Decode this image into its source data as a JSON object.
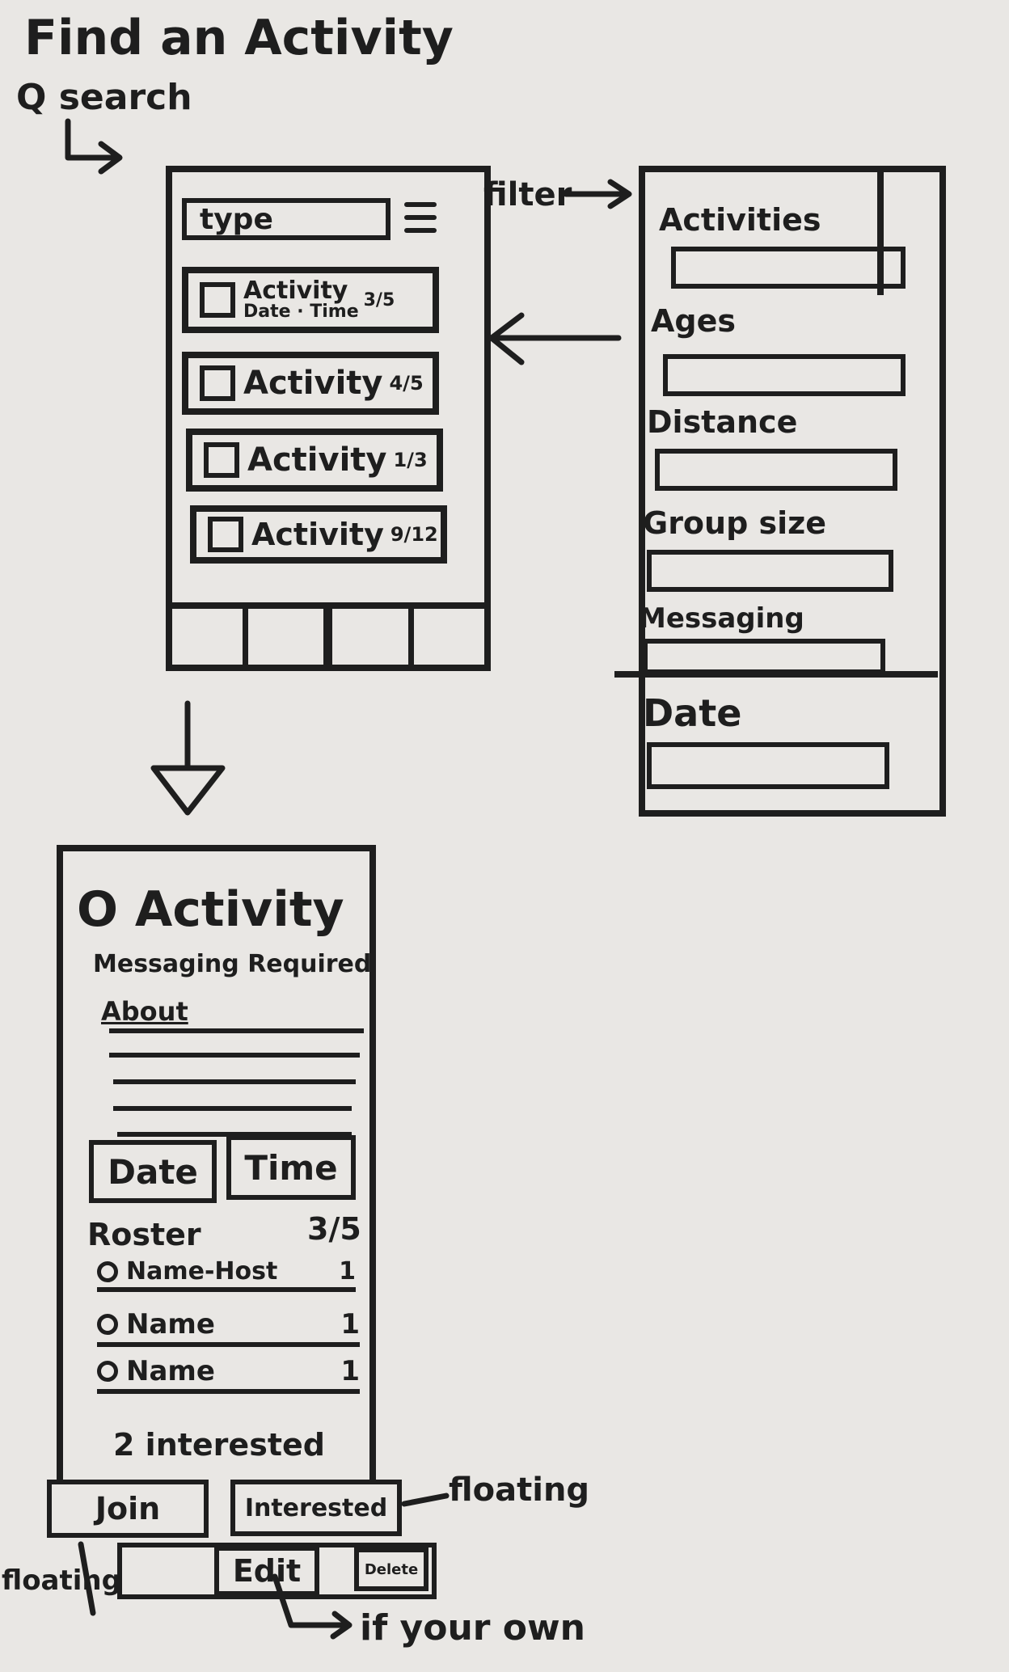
{
  "title": "Find an Activity",
  "search_label": "Q search",
  "search_placeholder": "type",
  "filter_label": "filter",
  "activities": [
    {
      "name": "Activity",
      "detail": "Date · Time",
      "count": "3/5"
    },
    {
      "name": "Activity",
      "count": "4/5"
    },
    {
      "name": "Activity",
      "count": "1/3"
    },
    {
      "name": "Activity",
      "count": "9/12"
    }
  ],
  "filters": {
    "activities": "Activities",
    "ages": "Ages",
    "distance": "Distance",
    "group_size": "Group size",
    "messaging": "Messaging",
    "date": "Date"
  },
  "detail": {
    "title": "O Activity",
    "messaging": "Messaging Required",
    "about": "About",
    "date_label": "Date",
    "time_label": "Time",
    "roster_label": "Roster",
    "roster_count": "3/5",
    "members": [
      {
        "name": "Name-Host",
        "count": "1"
      },
      {
        "name": "Name",
        "count": "1"
      },
      {
        "name": "Name",
        "count": "1"
      }
    ],
    "interested_count": "2 interested",
    "join_label": "Join",
    "interested_label": "Interested",
    "edit_label": "Edit",
    "delete_label": "Delete"
  },
  "notes": {
    "floating_right": "floating",
    "floating_left": "floating",
    "if_your_own": "if your own"
  }
}
